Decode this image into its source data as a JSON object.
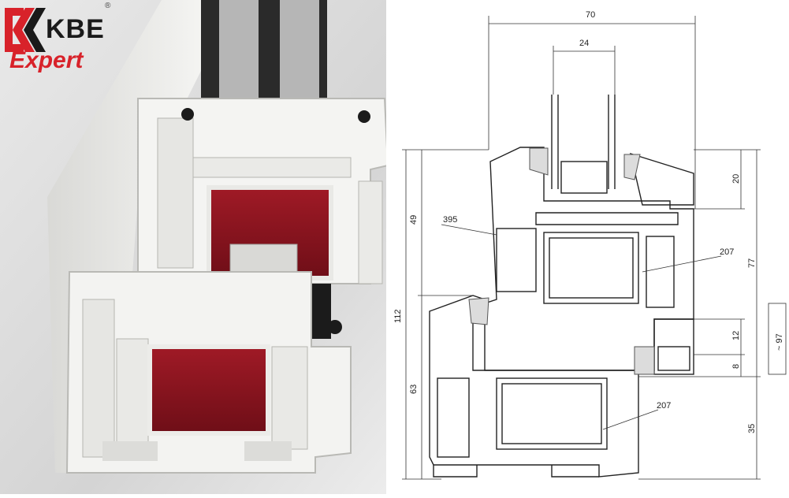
{
  "logo": {
    "brand": "KBE",
    "subtitle": "Expert",
    "registered": "®"
  },
  "drawing": {
    "dimensions": {
      "width_total": "70",
      "glass_width": "24",
      "height_49": "49",
      "height_112": "112",
      "height_63": "63",
      "right_20": "20",
      "right_77": "77",
      "right_12": "12",
      "right_8": "8",
      "right_35": "35",
      "right_97": "~ 97"
    },
    "callouts": {
      "part_395": "395",
      "part_207_upper": "207",
      "part_207_lower": "207"
    }
  },
  "colors": {
    "brand_red": "#d8222a",
    "profile_white": "#f2f2f0",
    "reinforcement_red": "#8a1520",
    "gasket_black": "#1b1b1b"
  }
}
